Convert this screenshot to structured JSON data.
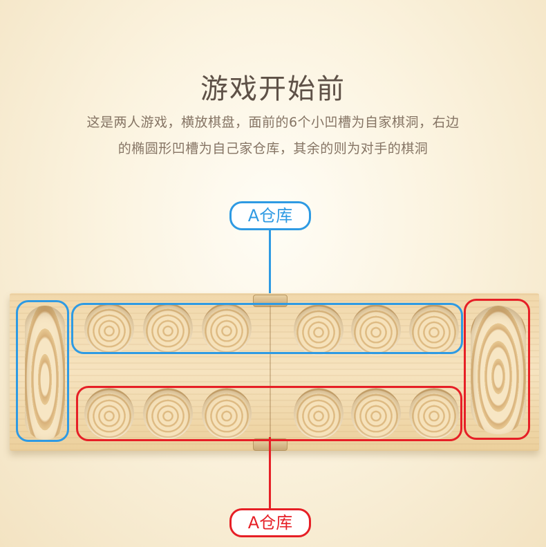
{
  "heading": {
    "title": "游戏开始前",
    "line1": "这是两人游戏，横放棋盘，面前的6个小凹槽为自家棋洞，右边",
    "line2": "的椭圆形凹槽为自己家仓库，其余的则为对手的棋洞"
  },
  "labels": {
    "top": "A仓库",
    "bottom": "A仓库"
  },
  "colors": {
    "blue_accent": "#2e9ae3",
    "red_accent": "#e61f26",
    "text_dark": "#5e5147",
    "text_muted": "#857464"
  }
}
